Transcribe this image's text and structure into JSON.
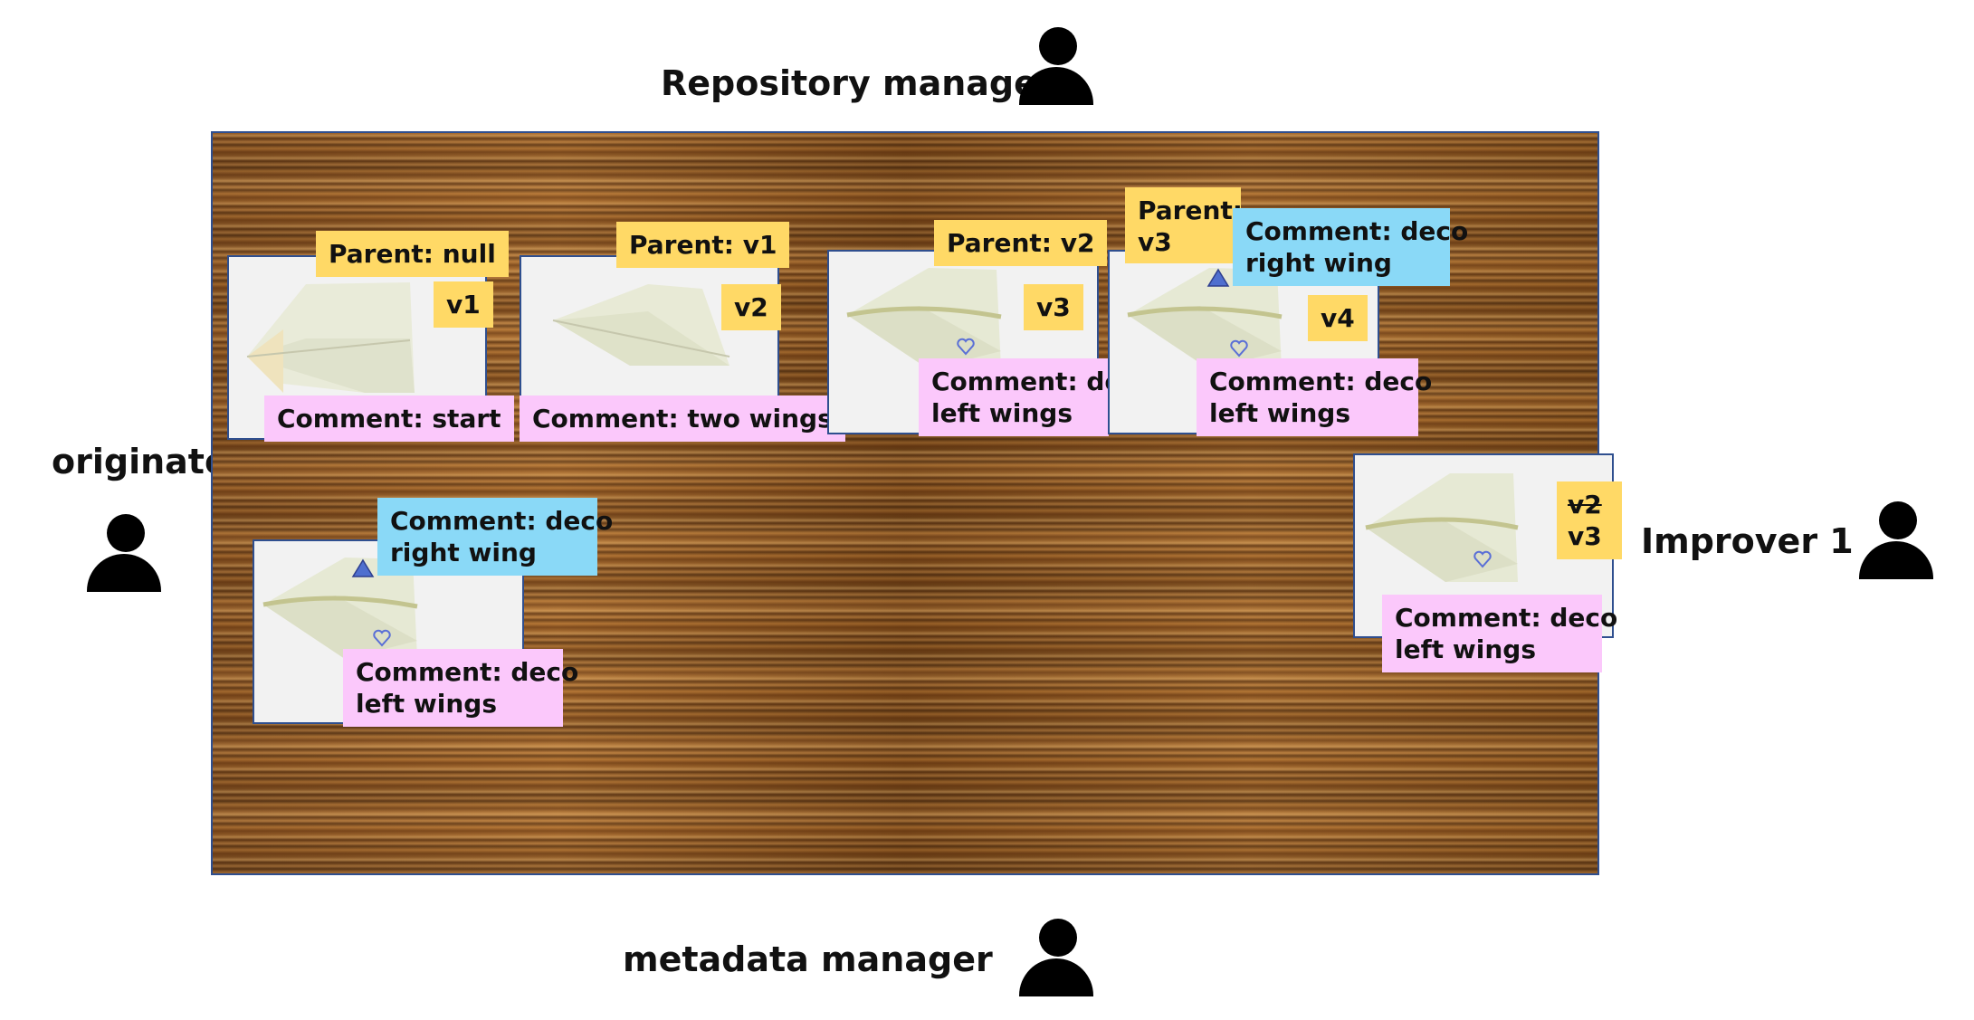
{
  "roles": {
    "repository_manager": "Repository manager",
    "originator": "originator",
    "improver": "Improver 1",
    "metadata_manager": "metadata manager"
  },
  "cards": {
    "v1": {
      "parent": "Parent: null",
      "version": "v1",
      "comment": "Comment: start"
    },
    "v2": {
      "parent": "Parent: v1",
      "version": "v2",
      "comment": "Comment: two wings"
    },
    "v3": {
      "parent": "Parent: v2",
      "version": "v3",
      "comment_line1": "Comment: dec",
      "comment_line2": "left wings"
    },
    "v4": {
      "parent_line1": "Parent:",
      "parent_line2": "v3",
      "version": "v4",
      "deco_line1": "Comment: deco",
      "deco_line2": "right wing",
      "comment_line1": "Comment: deco",
      "comment_line2": "left wings"
    },
    "originator_copy": {
      "deco_line1": "Comment: deco",
      "deco_line2": "right wing",
      "comment_line1": "Comment: deco",
      "comment_line2": "left wings"
    },
    "improver_copy": {
      "version_old": "v2",
      "version_new": "v3",
      "comment_line1": "Comment: deco",
      "comment_line2": "left wings"
    }
  },
  "colors": {
    "sticky_yellow": "#ffd966",
    "sticky_pink": "#fbc8fb",
    "sticky_blue": "#8ad9f7",
    "card_border": "#2f4f8f"
  },
  "icons": [
    "person-icon",
    "paper-plane-photo",
    "heart-doodle-icon",
    "triangle-marker-icon"
  ]
}
